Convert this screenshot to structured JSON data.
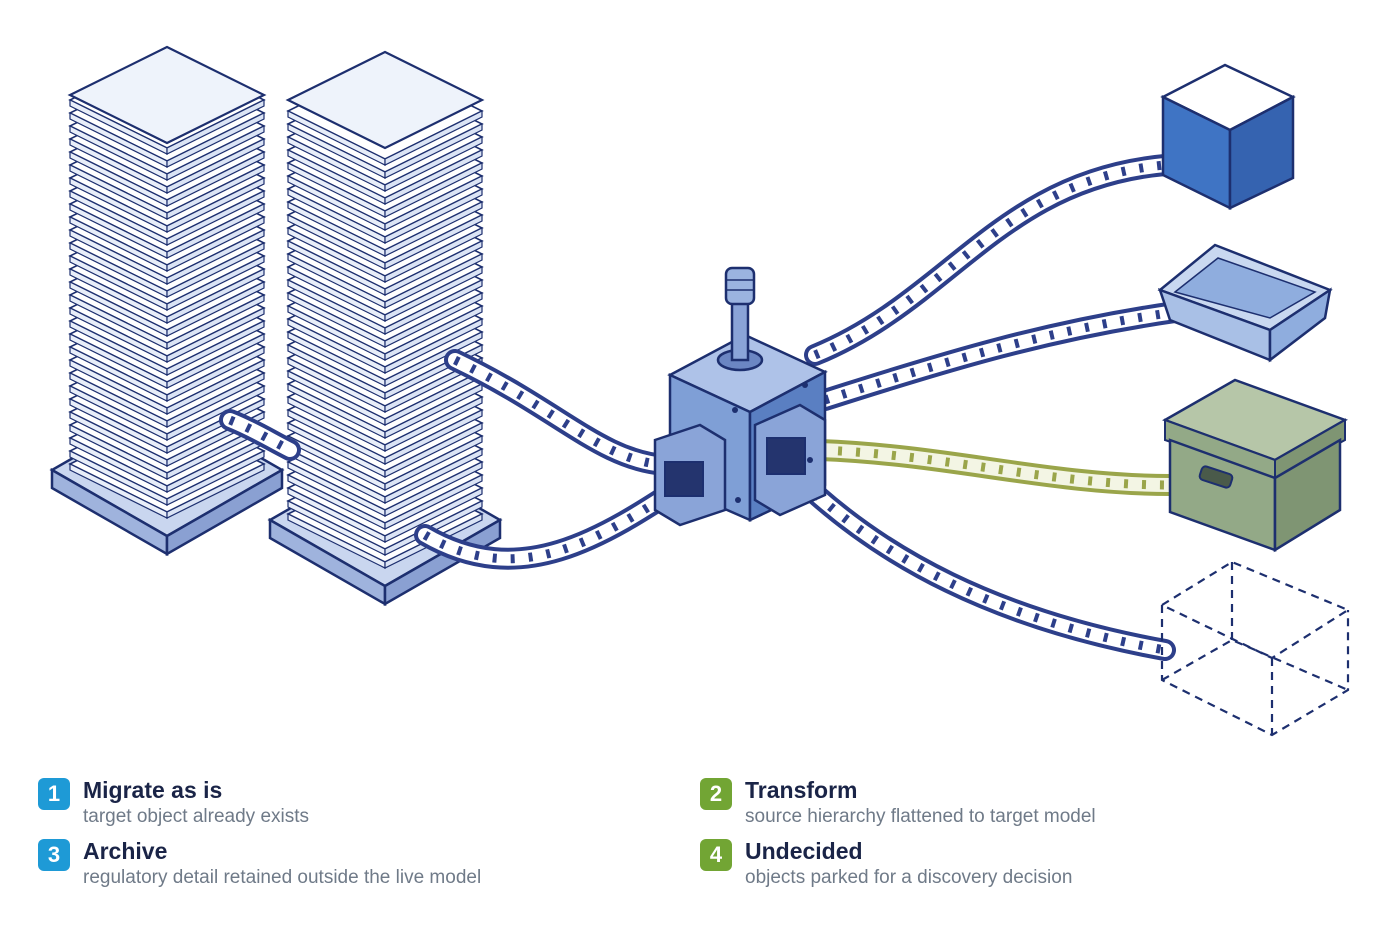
{
  "colors": {
    "outline": "#1d2f6f",
    "blue_badge": "#1e9ad6",
    "green_badge": "#72a534",
    "rail_blue": "#2d3f8a",
    "rail_green": "#9aa54a",
    "archive_box": "#93a987",
    "cube_blue": "#3f74c4"
  },
  "legend": [
    {
      "number": "1",
      "title": "Migrate as is",
      "description": "target object already exists",
      "badge_color": "#1e9ad6"
    },
    {
      "number": "2",
      "title": "Transform",
      "description": "source hierarchy flattened to target model",
      "badge_color": "#72a534"
    },
    {
      "number": "3",
      "title": "Archive",
      "description": "regulatory detail retained outside the live model",
      "badge_color": "#1e9ad6"
    },
    {
      "number": "4",
      "title": "Undecided",
      "description": "objects parked for a discovery decision",
      "badge_color": "#72a534"
    }
  ],
  "icons": {
    "source_stacks": "stacked-layers-icon",
    "router": "junction-box-icon",
    "target_1": "solid-cube-icon",
    "target_2": "open-tray-icon",
    "target_3": "archive-box-icon",
    "target_4": "dashed-cube-icon"
  }
}
